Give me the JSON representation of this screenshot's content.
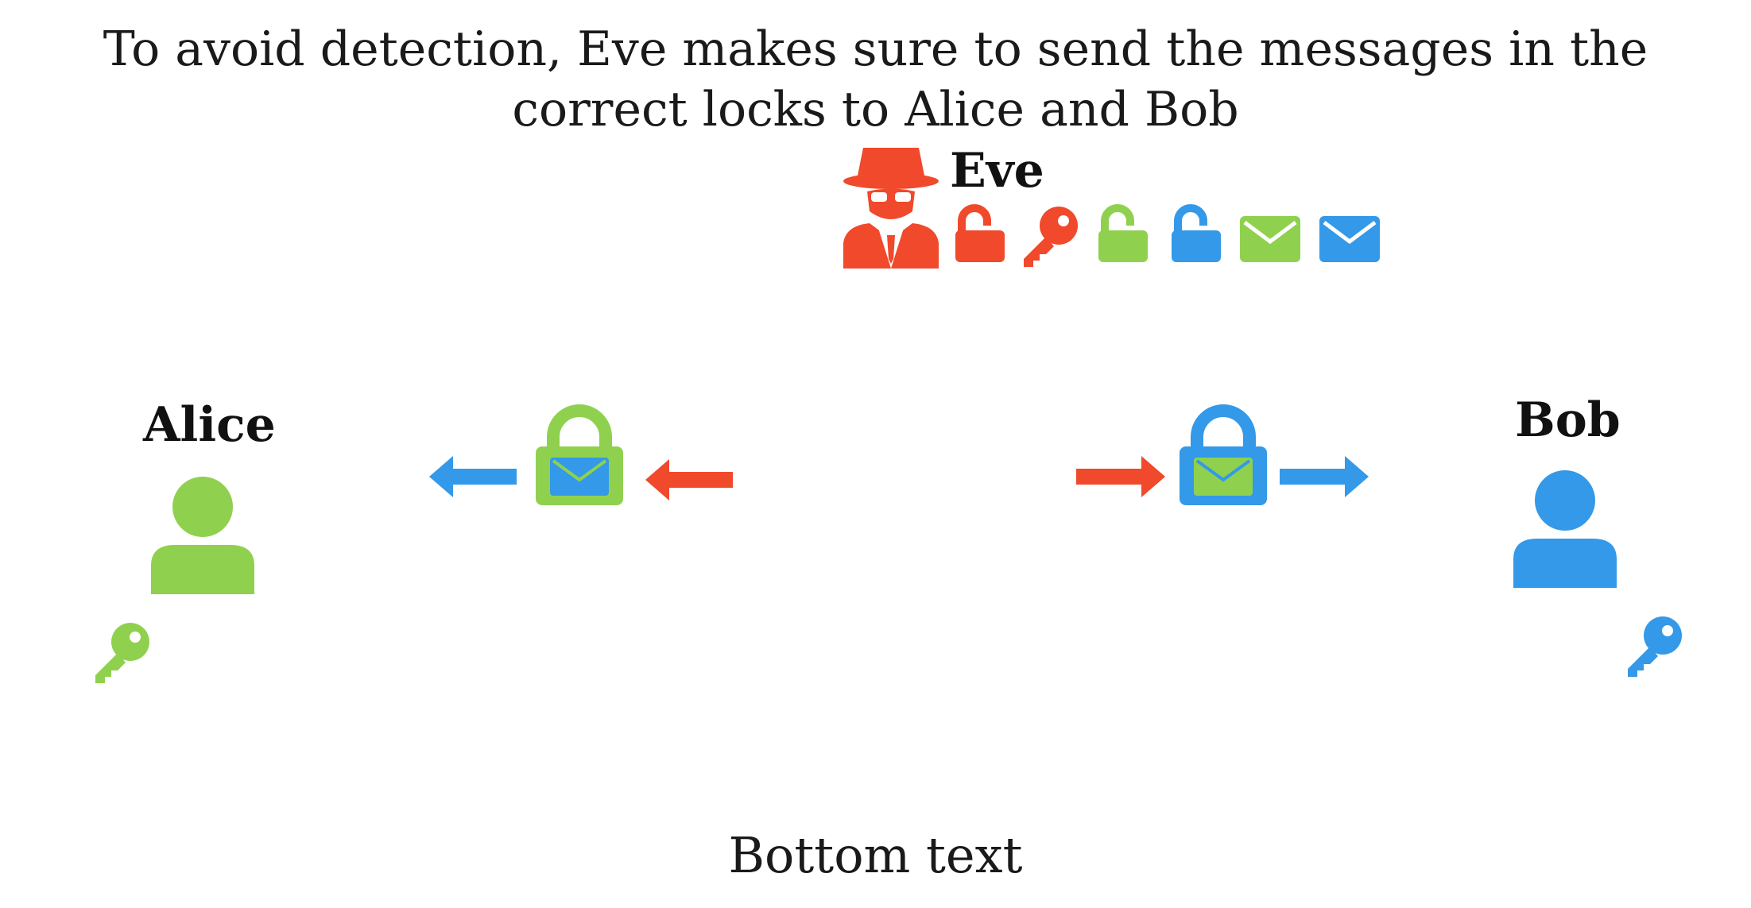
{
  "title": "To avoid detection, Eve makes sure to send the messages in the correct locks to Alice and Bob",
  "people": {
    "alice": {
      "name": "Alice",
      "color": "#8fd14f"
    },
    "bob": {
      "name": "Bob",
      "color": "#3399e8"
    },
    "eve": {
      "name": "Eve",
      "color": "#f0492b"
    }
  },
  "eve_inventory": [
    "unlocked-lock-red",
    "key-red",
    "unlocked-lock-green",
    "unlocked-lock-blue",
    "envelope-green",
    "envelope-blue"
  ],
  "footer": "Bottom text"
}
